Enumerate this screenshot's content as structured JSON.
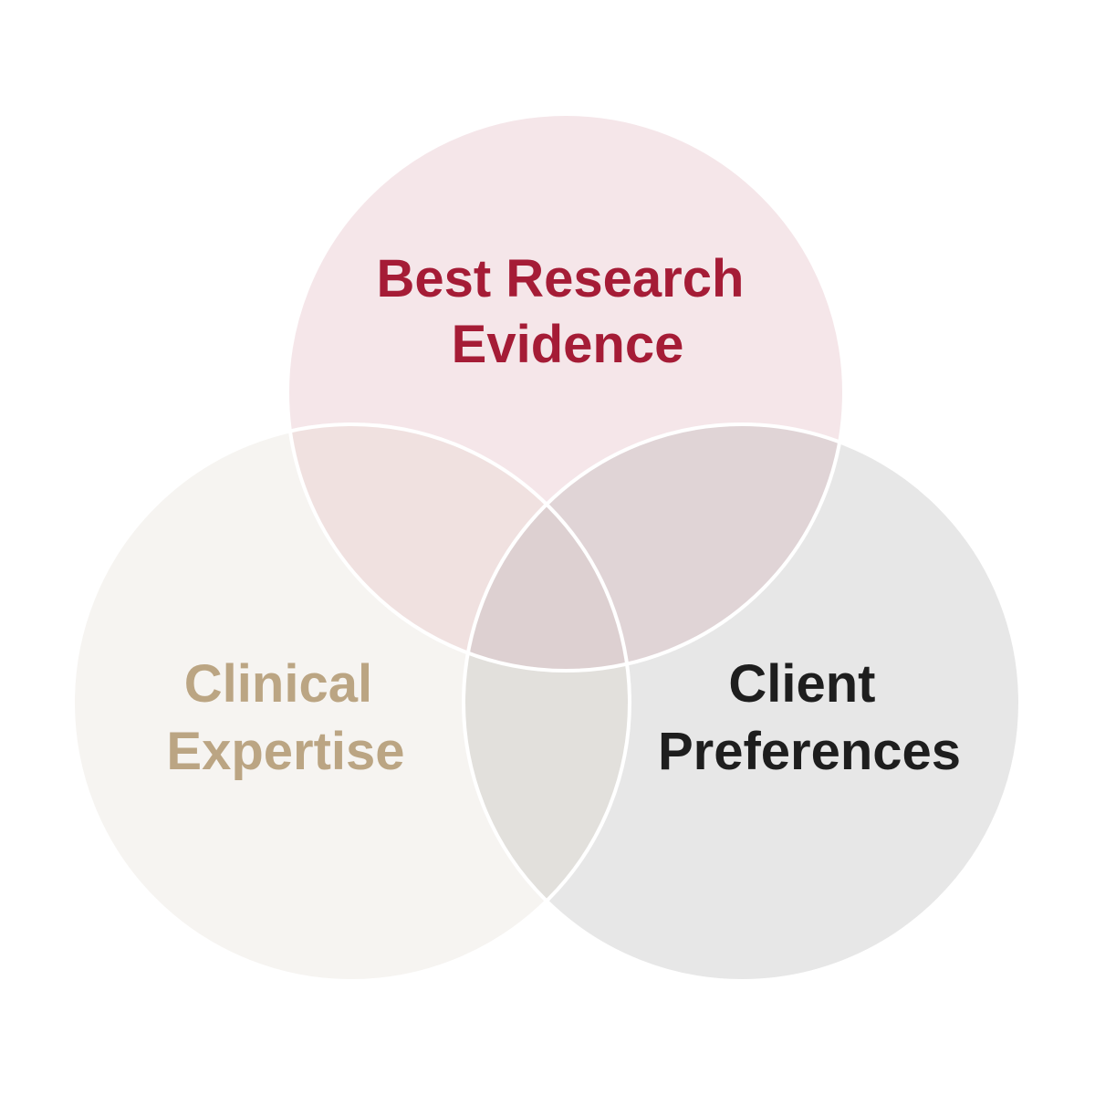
{
  "diagram": {
    "type": "venn",
    "sets": [
      {
        "id": "research",
        "lines": [
          "Best Research",
          "Evidence"
        ],
        "fill": "#f5e6e9",
        "text_color": "#a51c36"
      },
      {
        "id": "clinical",
        "lines": [
          "Clinical",
          "Expertise"
        ],
        "fill": "#f6f4f1",
        "text_color": "#bba583"
      },
      {
        "id": "client",
        "lines": [
          "Client",
          "Preferences"
        ],
        "fill": "#e7e7e7",
        "text_color": "#1e1e1e"
      }
    ],
    "overlaps": {
      "research_clinical": "#f0e1e0",
      "research_client": "#e0d4d6",
      "clinical_client": "#e2e0dc",
      "all": "#ddd0d1"
    },
    "outline_color": "#ffffff"
  }
}
